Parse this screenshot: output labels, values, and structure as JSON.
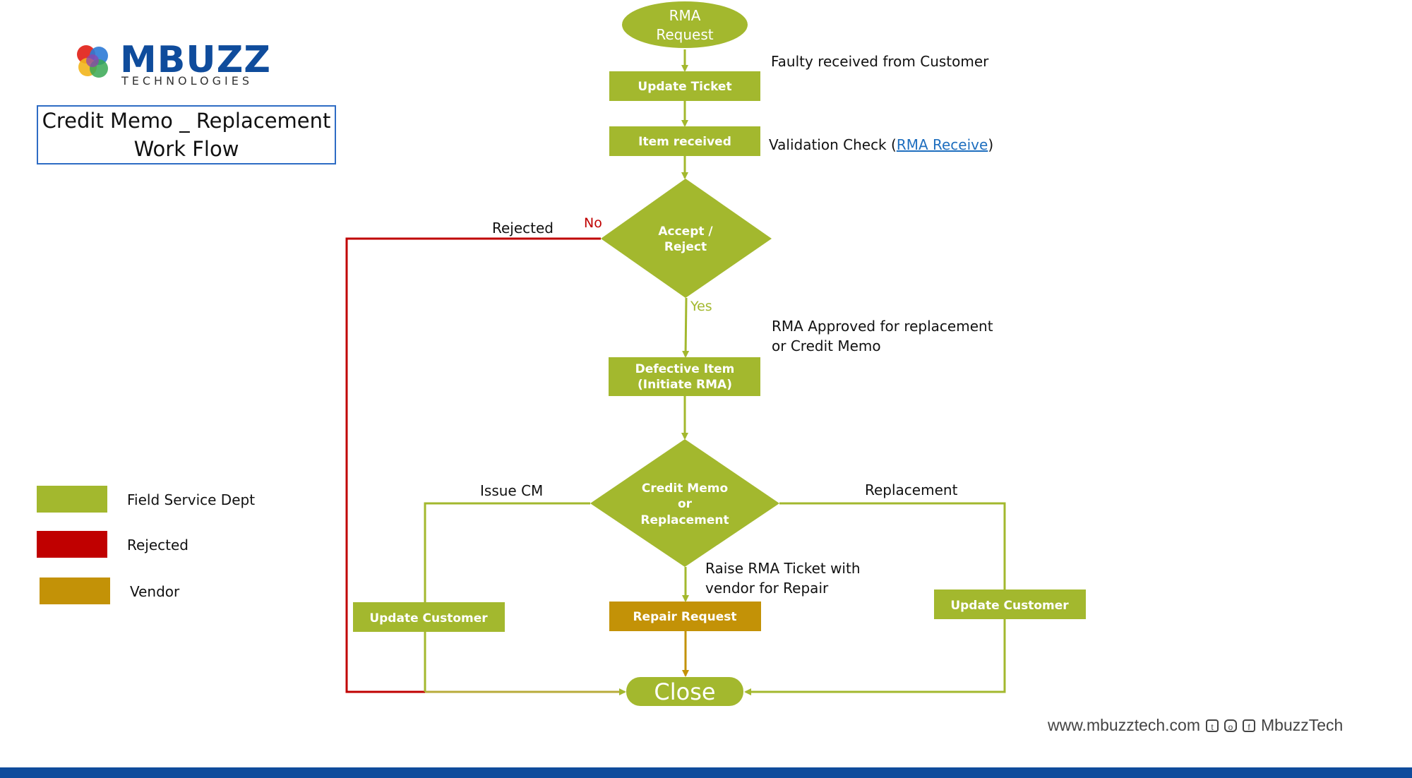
{
  "colors": {
    "field_service": "#a3b82e",
    "rejected": "#c00000",
    "vendor": "#c39207",
    "title_border": "#2e6cc4",
    "brand": "#0f4c9c",
    "link": "#1f6fbf"
  },
  "logo": {
    "word": "MBUZZ",
    "sub": "TECHNOLOGIES"
  },
  "title": {
    "line1": "Credit Memo _ Replacement",
    "line2": "Work Flow"
  },
  "nodes": {
    "start": {
      "line1": "RMA",
      "line2": "Request"
    },
    "update_ticket": "Update Ticket",
    "item_received": "Item received",
    "accept_reject": {
      "line1": "Accept /",
      "line2": "Reject"
    },
    "defective_item": {
      "line1": "Defective Item",
      "line2": "(Initiate RMA)"
    },
    "cm_or_replacement": {
      "line1": "Credit Memo",
      "line2": "or",
      "line3": "Replacement"
    },
    "update_customer_left": "Update Customer",
    "repair_request": "Repair Request",
    "update_customer_right": "Update Customer",
    "close": "Close"
  },
  "annotations": {
    "faulty": "Faulty received from Customer",
    "validation_prefix": "Validation Check (",
    "validation_link": "RMA Receive",
    "validation_suffix": ")",
    "no": "No",
    "rejected": "Rejected",
    "yes": "Yes",
    "approved_line1": "RMA Approved for replacement",
    "approved_line2": "or Credit Memo",
    "issue_cm": "Issue CM",
    "replacement": "Replacement",
    "raise_line1": "Raise RMA Ticket with",
    "raise_line2": "vendor for Repair"
  },
  "legend": [
    {
      "label": "Field Service Dept",
      "color": "#a3b82e"
    },
    {
      "label": "Rejected",
      "color": "#c00000"
    },
    {
      "label": "Vendor",
      "color": "#c39207"
    }
  ],
  "footer": {
    "website": "www.mbuzztech.com",
    "handle": "MbuzzTech"
  }
}
